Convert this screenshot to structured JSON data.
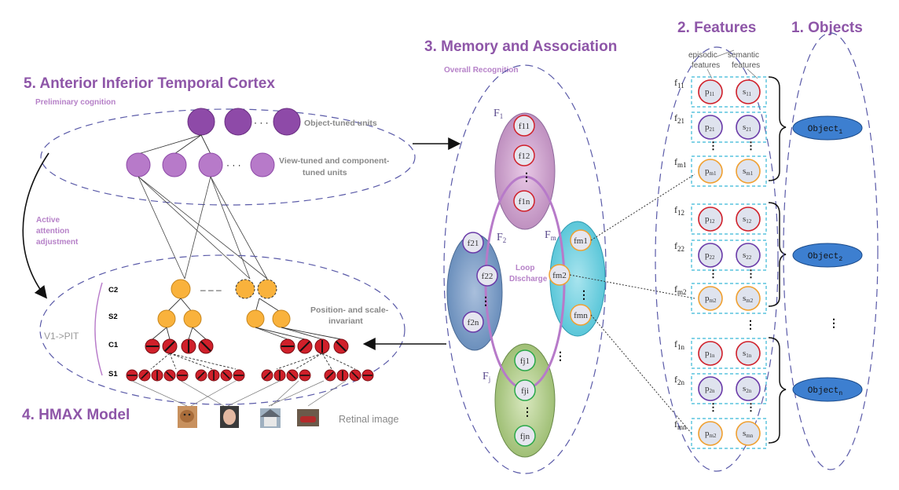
{
  "sections": {
    "atc_title": "5. Anterior Inferior Temporal Cortex",
    "atc_sub": "Preliminary cognition",
    "hmax_title": "4. HMAX  Model",
    "mem_title": "3. Memory and Association",
    "mem_sub": "Overall  Recognition",
    "feat_title": "2. Features",
    "obj_title": "1. Objects"
  },
  "atc": {
    "object_units": "Object-tuned  units",
    "view_units_1": "View-tuned and component-",
    "view_units_2": "tuned units",
    "dots": "· · ·"
  },
  "attention": {
    "line1": "Active",
    "line2": "attention",
    "line3": "adjustment"
  },
  "hmax": {
    "layers": [
      "C2",
      "S2",
      "C1",
      "S1"
    ],
    "v1pit": "V1->PIT",
    "invariant_1": "Position- and scale-",
    "invariant_2": "invariant",
    "retinal": "Retinal image",
    "dash": "– – –"
  },
  "memory": {
    "groups": {
      "F1": {
        "label": "F",
        "sub": "1",
        "nodes": [
          "f11",
          "f12",
          "f1n"
        ]
      },
      "F2": {
        "label": "F",
        "sub": "2",
        "nodes": [
          "f21",
          "f22",
          "f2n"
        ]
      },
      "Fm": {
        "label": "F",
        "sub": "m",
        "nodes": [
          "fm1",
          "fm2",
          "fmn"
        ]
      },
      "Fj": {
        "label": "F",
        "sub": "j",
        "nodes": [
          "fj1",
          "fji",
          "fjn"
        ]
      }
    },
    "loop_1": "Loop",
    "loop_2": "DIscharge"
  },
  "features": {
    "col_headers": {
      "episodic_1": "episodic",
      "episodic_2": "features",
      "semantic_1": "semantic",
      "semantic_2": "features"
    },
    "rows": [
      {
        "f": "f",
        "fsub": "11",
        "p": "p",
        "psub": "11",
        "s": "s",
        "ssub": "11"
      },
      {
        "f": "f",
        "fsub": "21",
        "p": "p",
        "psub": "21",
        "s": "s",
        "ssub": "21"
      },
      {
        "f": "f",
        "fsub": "m1",
        "p": "p",
        "psub": "m1",
        "s": "s",
        "ssub": "m1"
      },
      {
        "f": "f",
        "fsub": "12",
        "p": "p",
        "psub": "12",
        "s": "s",
        "ssub": "12"
      },
      {
        "f": "f",
        "fsub": "22",
        "p": "p",
        "psub": "22",
        "s": "s",
        "ssub": "22"
      },
      {
        "f": "f",
        "fsub": "m2",
        "p": "p",
        "psub": "m2",
        "s": "s",
        "ssub": "m2"
      },
      {
        "f": "f",
        "fsub": "1n",
        "p": "p",
        "psub": "1n",
        "s": "s",
        "ssub": "1n"
      },
      {
        "f": "f",
        "fsub": "2n",
        "p": "p",
        "psub": "2n",
        "s": "s",
        "ssub": "2n"
      },
      {
        "f": "f",
        "fsub": "mn",
        "p": "p",
        "psub": "m2",
        "s": "s",
        "ssub": "mn"
      }
    ]
  },
  "objects": [
    {
      "label": "Object",
      "sub": "1"
    },
    {
      "label": "Object",
      "sub": "2"
    },
    {
      "label": "Object",
      "sub": "n"
    }
  ],
  "colors": {
    "purple_dark": "#8e4aa8",
    "purple_light": "#b77ac9",
    "orange": "#f9b23c",
    "red": "#d0202a",
    "blue_obj": "#3d7fd0",
    "dashed": "#5a5aa8"
  }
}
